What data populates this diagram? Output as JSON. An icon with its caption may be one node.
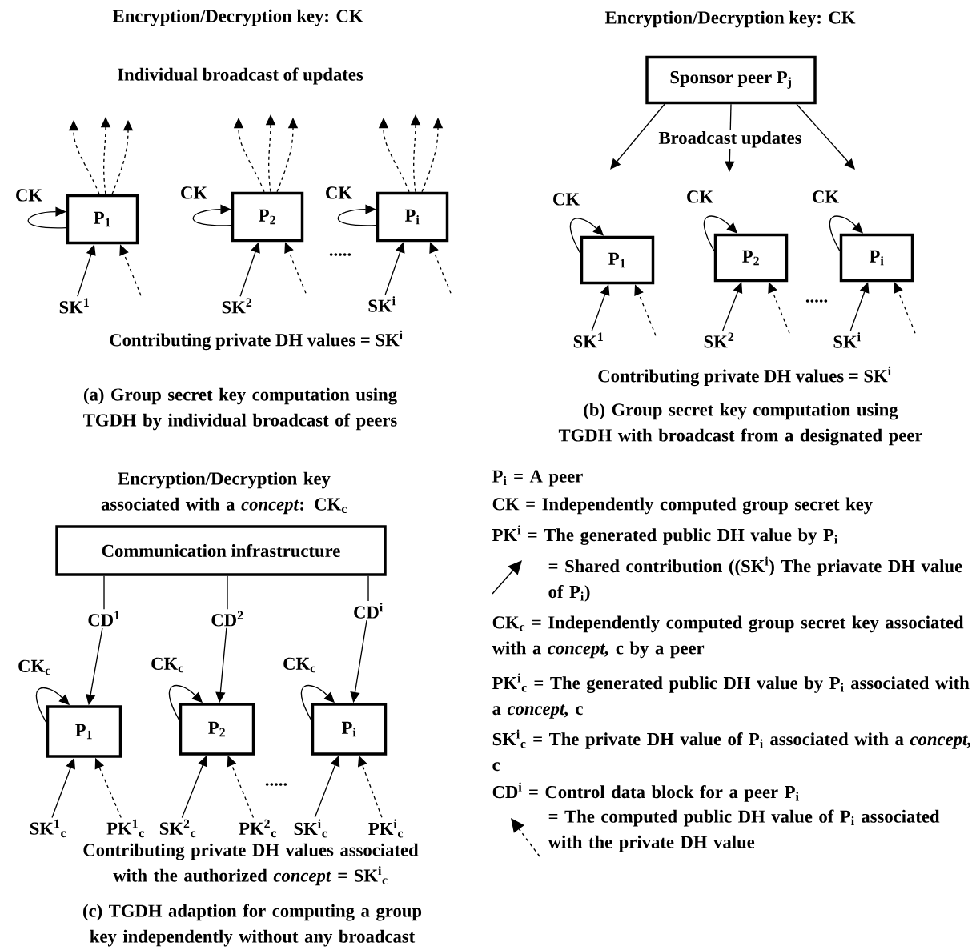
{
  "diagram": {
    "nodes": [
      {
        "text": [
          "P$_{1}$"
        ]
      },
      {
        "text": [
          "P$_{2}$"
        ]
      },
      {
        "text": [
          "P$_{i}$"
        ]
      },
      {
        "text": [
          "SK$^{1}$"
        ]
      },
      {
        "text": [
          "SK$^{2}$"
        ]
      },
      {
        "text": [
          "SK$^{i}$"
        ]
      },
      {
        "text": [
          "Sponsor peer P$_{j}$"
        ]
      },
      {
        "text": [
          "P$_{1}$"
        ]
      },
      {
        "text": [
          "P$_{2}$"
        ]
      },
      {
        "text": [
          "P$_{i}$"
        ]
      },
      {
        "text": [
          "SK$^{1}$"
        ]
      },
      {
        "text": [
          "SK$^{2}$"
        ]
      },
      {
        "text": [
          "SK$^{i}$"
        ]
      },
      {
        "text": [
          "Communication infrastructure"
        ]
      },
      {
        "text": [
          "CD$^{1}$"
        ]
      },
      {
        "text": [
          "CD$^{2}$"
        ]
      },
      {
        "text": [
          "CD$^{i}$"
        ]
      },
      {
        "text": [
          "P$_{1}$"
        ]
      },
      {
        "text": [
          "P$_{2}$"
        ]
      },
      {
        "text": [
          "P$_{i}$"
        ]
      },
      {
        "text": [
          "SK$^{1}$$_{c}$"
        ]
      },
      {
        "text": [
          "PK$^{1}$$_{c}$"
        ]
      },
      {
        "text": [
          "SK$^{2}$$_{c}$"
        ]
      },
      {
        "text": [
          "PK$^{2}$$_{c}$"
        ]
      },
      {
        "text": [
          "SK$^{i}$$_{c}$"
        ]
      },
      {
        "text": [
          "PK$^{i}$$_{c}$"
        ]
      }
    ],
    "edges": [
      {
        "from": 0,
        "to": 0,
        "arrow": "to",
        "label": "CK"
      },
      {
        "from": 0,
        "to": null,
        "arrow": "to",
        "style": "dashed"
      },
      {
        "from": 0,
        "to": null,
        "arrow": "to",
        "style": "dashed"
      },
      {
        "from": 0,
        "to": null,
        "arrow": "to",
        "style": "dashed"
      },
      {
        "from": 3,
        "to": 0,
        "arrow": "to"
      },
      {
        "from": null,
        "to": 0,
        "arrow": "to",
        "style": "dashed"
      },
      {
        "from": 1,
        "to": 1,
        "arrow": "to",
        "label": "CK"
      },
      {
        "from": 1,
        "to": null,
        "arrow": "to",
        "style": "dashed"
      },
      {
        "from": 1,
        "to": null,
        "arrow": "to",
        "style": "dashed"
      },
      {
        "from": 1,
        "to": null,
        "arrow": "to",
        "style": "dashed"
      },
      {
        "from": 4,
        "to": 1,
        "arrow": "to"
      },
      {
        "from": null,
        "to": 1,
        "arrow": "to",
        "style": "dashed"
      },
      {
        "from": 2,
        "to": 2,
        "arrow": "to",
        "label": "CK"
      },
      {
        "from": 2,
        "to": null,
        "arrow": "to",
        "style": "dashed"
      },
      {
        "from": 2,
        "to": null,
        "arrow": "to",
        "style": "dashed"
      },
      {
        "from": 2,
        "to": null,
        "arrow": "to",
        "style": "dashed"
      },
      {
        "from": 5,
        "to": 2,
        "arrow": "to"
      },
      {
        "from": null,
        "to": 2,
        "arrow": "to",
        "style": "dashed"
      },
      {
        "from": 6,
        "to": null,
        "arrow": "to"
      },
      {
        "from": 6,
        "to": null,
        "arrow": "to",
        "label": "Broadcast updates"
      },
      {
        "from": 6,
        "to": null,
        "arrow": "to"
      },
      {
        "from": 7,
        "to": 7,
        "arrow": "to",
        "label": "CK"
      },
      {
        "from": 10,
        "to": 7,
        "arrow": "to"
      },
      {
        "from": null,
        "to": 7,
        "arrow": "to",
        "style": "dashed"
      },
      {
        "from": 8,
        "to": 8,
        "arrow": "to",
        "label": "CK"
      },
      {
        "from": 11,
        "to": 8,
        "arrow": "to"
      },
      {
        "from": null,
        "to": 8,
        "arrow": "to",
        "style": "dashed"
      },
      {
        "from": 9,
        "to": 9,
        "arrow": "to",
        "label": "CK"
      },
      {
        "from": 12,
        "to": 9,
        "arrow": "to"
      },
      {
        "from": null,
        "to": 9,
        "arrow": "to",
        "style": "dashed"
      },
      {
        "from": 13,
        "to": 14,
        "arrow": "none"
      },
      {
        "from": 13,
        "to": 15,
        "arrow": "none"
      },
      {
        "from": 13,
        "to": 16,
        "arrow": "none"
      },
      {
        "from": 14,
        "to": 17,
        "arrow": "to"
      },
      {
        "from": 17,
        "to": 17,
        "arrow": "to",
        "label": "CK$_{c}$"
      },
      {
        "from": 20,
        "to": 17,
        "arrow": "to"
      },
      {
        "from": 21,
        "to": 17,
        "arrow": "to",
        "style": "dashed"
      },
      {
        "from": 15,
        "to": 18,
        "arrow": "to"
      },
      {
        "from": 18,
        "to": 18,
        "arrow": "to",
        "label": "CK$_{c}$"
      },
      {
        "from": 22,
        "to": 18,
        "arrow": "to"
      },
      {
        "from": 23,
        "to": 18,
        "arrow": "to",
        "style": "dashed"
      },
      {
        "from": 16,
        "to": 19,
        "arrow": "to"
      },
      {
        "from": 19,
        "to": 19,
        "arrow": "to",
        "label": "CK$_{c}$"
      },
      {
        "from": 24,
        "to": 19,
        "arrow": "to"
      },
      {
        "from": 25,
        "to": 19,
        "arrow": "to",
        "style": "dashed"
      }
    ],
    "labels": [
      "Encryption/Decryption key: CK",
      "Encryption/Decryption key: CK",
      "Individual broadcast of updates",
      ".....",
      "Contributing private DH values = SK$^{i}$",
      "(a) Group secret key computation using TGDH by individual broadcast of peers",
      ".....",
      "Contributing private DH values = SK$^{i}$",
      "(b) Group secret key computation using TGDH with broadcast from a designated peer",
      "Encryption/Decryption key associated with a *concept*: CK$_{c}$",
      ".....",
      "Contributing private DH values associated with the authorized *concept* = SK$^{i}$$_{c}$",
      "(c) TGDH adaption for computing a group key independently without any broadcast",
      "P$_{i}$ = A peer",
      "CK = Independently computed group secret key",
      "PK$^{i}$ = The generated public DH value by P$_{i}$",
      "CK$_{c}$ = Independently computed group secret key associated with a *concept,* c by a peer",
      "PK$^{i}$$_{c}$ = The generated public DH value by P$_{i}$ associated with a *concept,* c",
      "SK$^{i}$$_{c}$ = The private DH value of P$_{i}$ associated with a *concept,* c",
      "CD$^{i}$ = Control data block for a peer P$_{i}$"
    ],
    "legend": [
      {
        "text": "= Shared contribution ((SK$^{i}$) The priavate DH value of P$_{i}$)"
      },
      {
        "text": "= The computed public DH value of P$_{i}$ associated with the private DH value"
      }
    ]
  }
}
